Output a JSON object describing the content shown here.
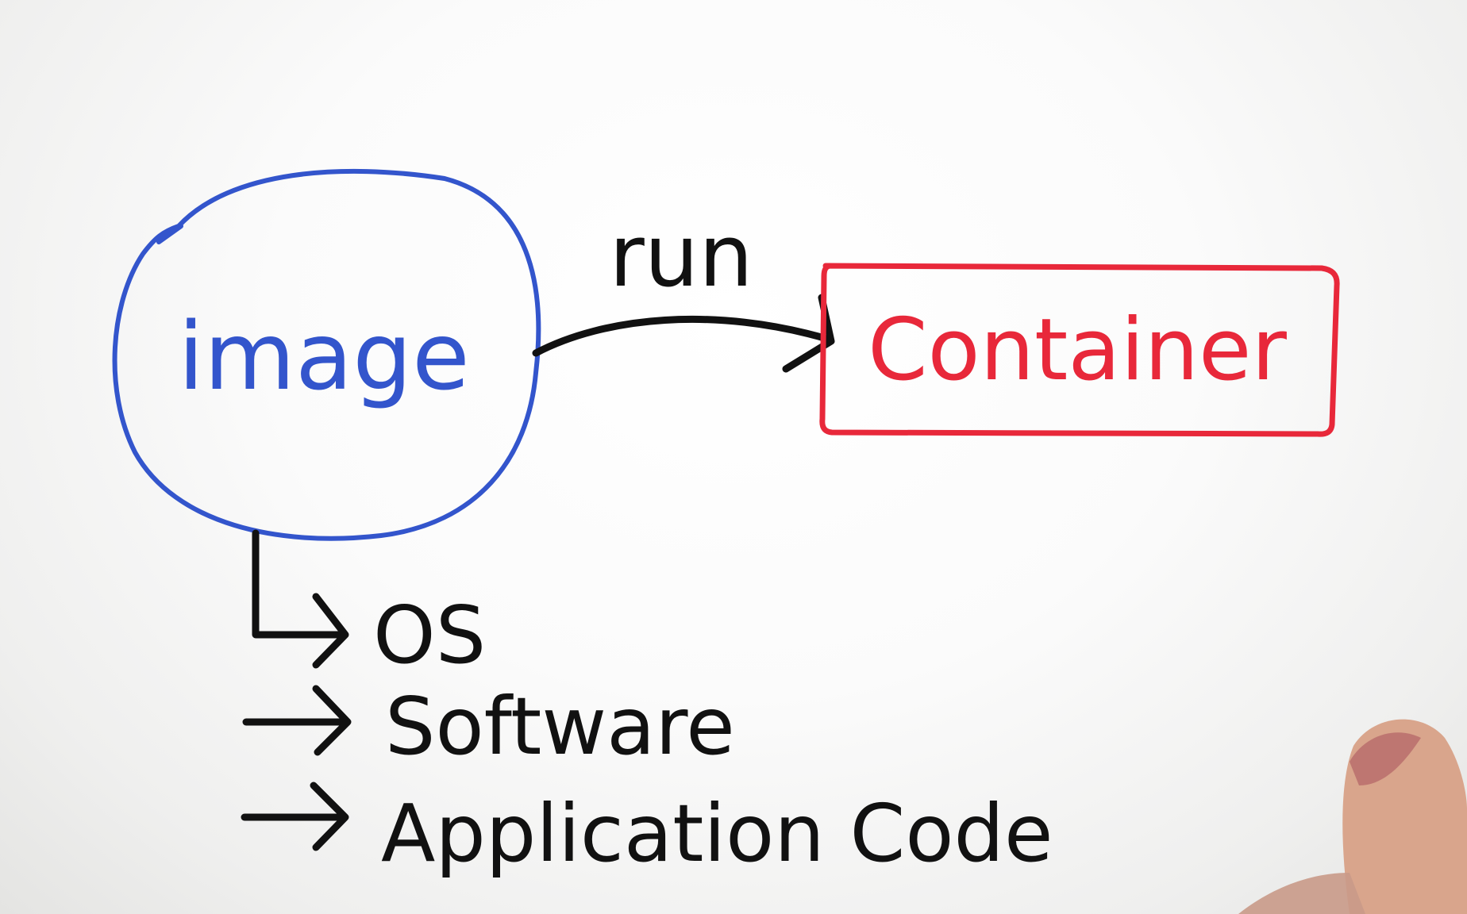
{
  "nodes": {
    "image": {
      "label": "image",
      "color": "#3355cc"
    },
    "container": {
      "label": "Container",
      "color": "#e8283a"
    }
  },
  "edge": {
    "label": "run",
    "color": "#111111"
  },
  "components": [
    {
      "label": "OS"
    },
    {
      "label": "Software"
    },
    {
      "label": "Application Code"
    }
  ],
  "colors": {
    "ink": "#111111",
    "board": "#ffffff"
  }
}
